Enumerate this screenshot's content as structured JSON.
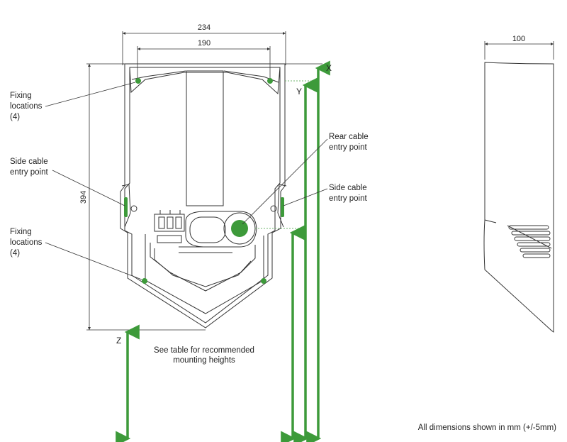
{
  "dimensions": {
    "outer_width": "234",
    "fixing_spacing": "190",
    "height": "394",
    "depth": "100"
  },
  "axes": {
    "x": "X",
    "y": "Y",
    "z": "Z"
  },
  "labels": {
    "fixing_top": [
      "Fixing",
      "locations",
      "(4)"
    ],
    "side_cable_left": [
      "Side cable",
      "entry point"
    ],
    "fixing_bottom": [
      "Fixing",
      "locations",
      "(4)"
    ],
    "rear_cable": [
      "Rear cable",
      "entry point"
    ],
    "side_cable_right": [
      "Side cable",
      "entry point"
    ],
    "mounting_note": [
      "See table for recommended",
      "mounting heights"
    ],
    "footer_note": "All dimensions shown in mm (+/-5mm)"
  },
  "colors": {
    "accent_green": "#3d9a3a",
    "line": "#333333",
    "guide": "#6fb56c"
  }
}
